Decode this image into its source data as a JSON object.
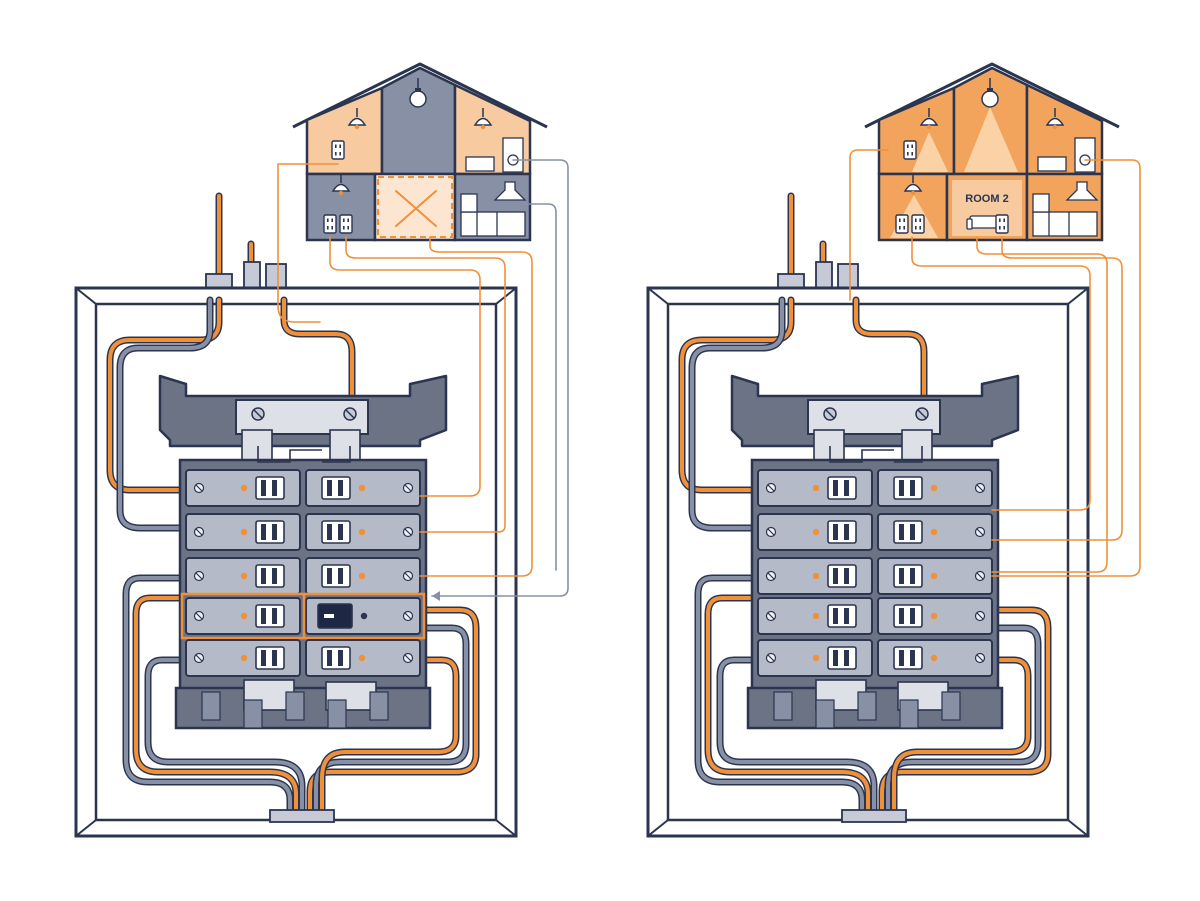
{
  "colors": {
    "orange": "#f0913a",
    "orange_light": "#f7caa0",
    "orange_fill": "#f3a45c",
    "slate": "#2b3550",
    "gray": "#8790a4",
    "gray_light": "#c5cad6",
    "gray_dark": "#6b7385",
    "breaker": "#b4bac8",
    "background": "#ffffff",
    "switch_off": "#1e2844"
  },
  "panels": [
    {
      "id": "panel-left",
      "state": "breaker-tripped",
      "tripped_breaker": {
        "row": 4,
        "side": "right"
      },
      "dead_room": "room-2",
      "rooms": {
        "room-1": "lit",
        "room-hall": "dark",
        "room-kitchen-top": "lit",
        "room-3": "dark",
        "room-2": "dead",
        "room-kitchen": "dark"
      }
    },
    {
      "id": "panel-right",
      "state": "all-on",
      "rooms": {
        "room-1": "lit",
        "room-hall": "lit",
        "room-kitchen-top": "lit",
        "room-3": "lit",
        "room-2": "lit",
        "room-kitchen": "lit"
      }
    }
  ],
  "house_right": {
    "room_label": "ROOM 2"
  },
  "icons": [
    "ceiling-lamp-icon",
    "light-bulb-icon",
    "outlet-icon",
    "sofa-icon",
    "stove-icon",
    "fridge-icon",
    "range-hood-icon"
  ]
}
